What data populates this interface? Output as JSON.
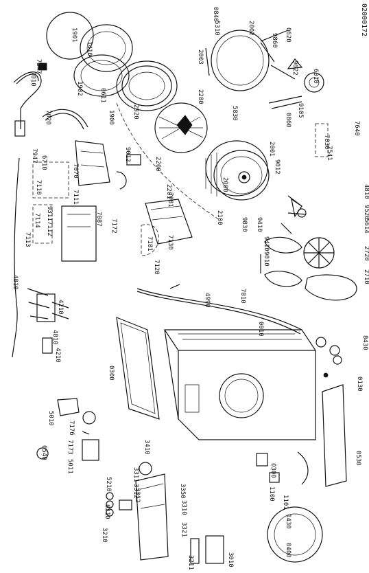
{
  "document_id": "02000172",
  "labels": [
    "1901",
    "1410",
    "7347",
    "7010",
    "1902",
    "0611",
    "2920",
    "2280",
    "1900",
    "7020",
    "7947",
    "6710",
    "9012",
    "7070",
    "7111",
    "2200",
    "2201",
    "7081",
    "7110",
    "9311",
    "7112",
    "7113",
    "7114",
    "4810",
    "7087",
    "7172",
    "7181",
    "7130",
    "7120",
    "0840",
    "5310",
    "2002",
    "9860",
    "0620",
    "6010",
    "9622",
    "2003",
    "5830",
    "9105",
    "0860",
    "2001",
    "7640",
    "7830",
    "7541",
    "9012",
    "2000",
    "2100",
    "9830",
    "9410",
    "9410",
    "4810",
    "9520",
    "5614",
    "2720",
    "2710",
    "9010",
    "4990",
    "7810",
    "0010",
    "8430",
    "4210",
    "4810",
    "4210",
    "0300",
    "0130",
    "5010",
    "7176",
    "6540",
    "5011",
    "7173",
    "3410",
    "3311",
    "3312",
    "5210",
    "6210",
    "3310",
    "3350",
    "3210",
    "3321",
    "3312",
    "0300",
    "1100",
    "1101",
    "1430",
    "0400",
    "3211",
    "3010",
    "0530"
  ]
}
